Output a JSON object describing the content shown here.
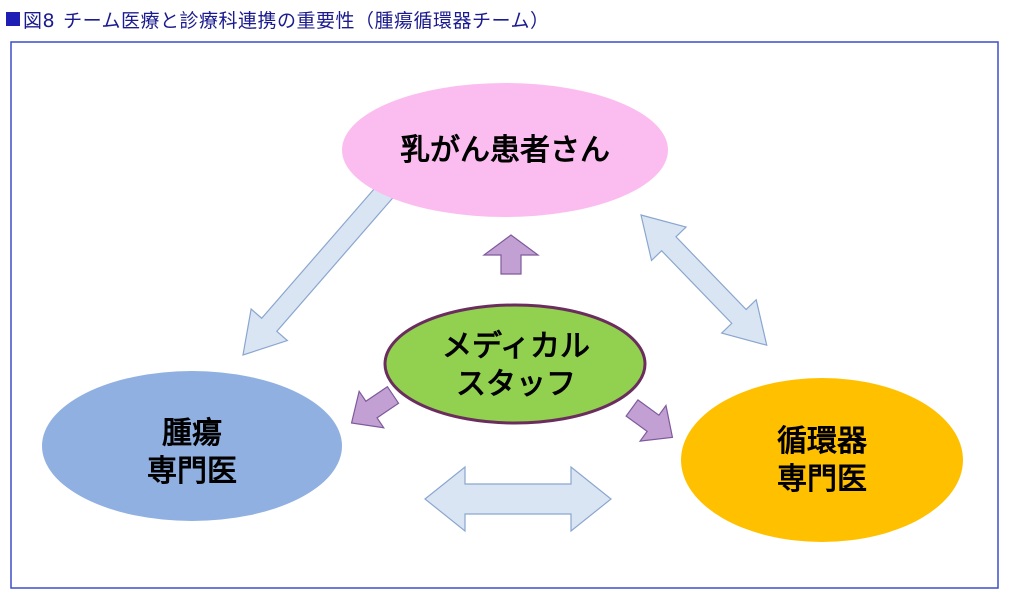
{
  "title": {
    "fig": "図8",
    "text": "チーム医療と診療科連携の重要性（腫瘍循環器チーム）"
  },
  "nodes": {
    "patient": {
      "label": "乳がん患者さん"
    },
    "staff": {
      "line1": "メディカル",
      "line2": "スタッフ"
    },
    "oncology": {
      "line1": "腫瘍",
      "line2": "専門医"
    },
    "cardiology": {
      "line1": "循環器",
      "line2": "専門医"
    }
  },
  "colors": {
    "title_square": "#1e1eb4",
    "title_text": "#1b1b8f",
    "frame": "#3c4fc8",
    "patient_fill": "#fbbdf0",
    "staff_fill": "#92d050",
    "staff_border": "#6b2d5e",
    "oncology_fill": "#8fb0e0",
    "cardiology_fill": "#ffc000",
    "double_arrow_fill": "#dae5f3",
    "double_arrow_stroke": "#8aa6cf",
    "purple_arrow_fill": "#c3a0d4",
    "purple_arrow_stroke": "#7e5a9b"
  }
}
